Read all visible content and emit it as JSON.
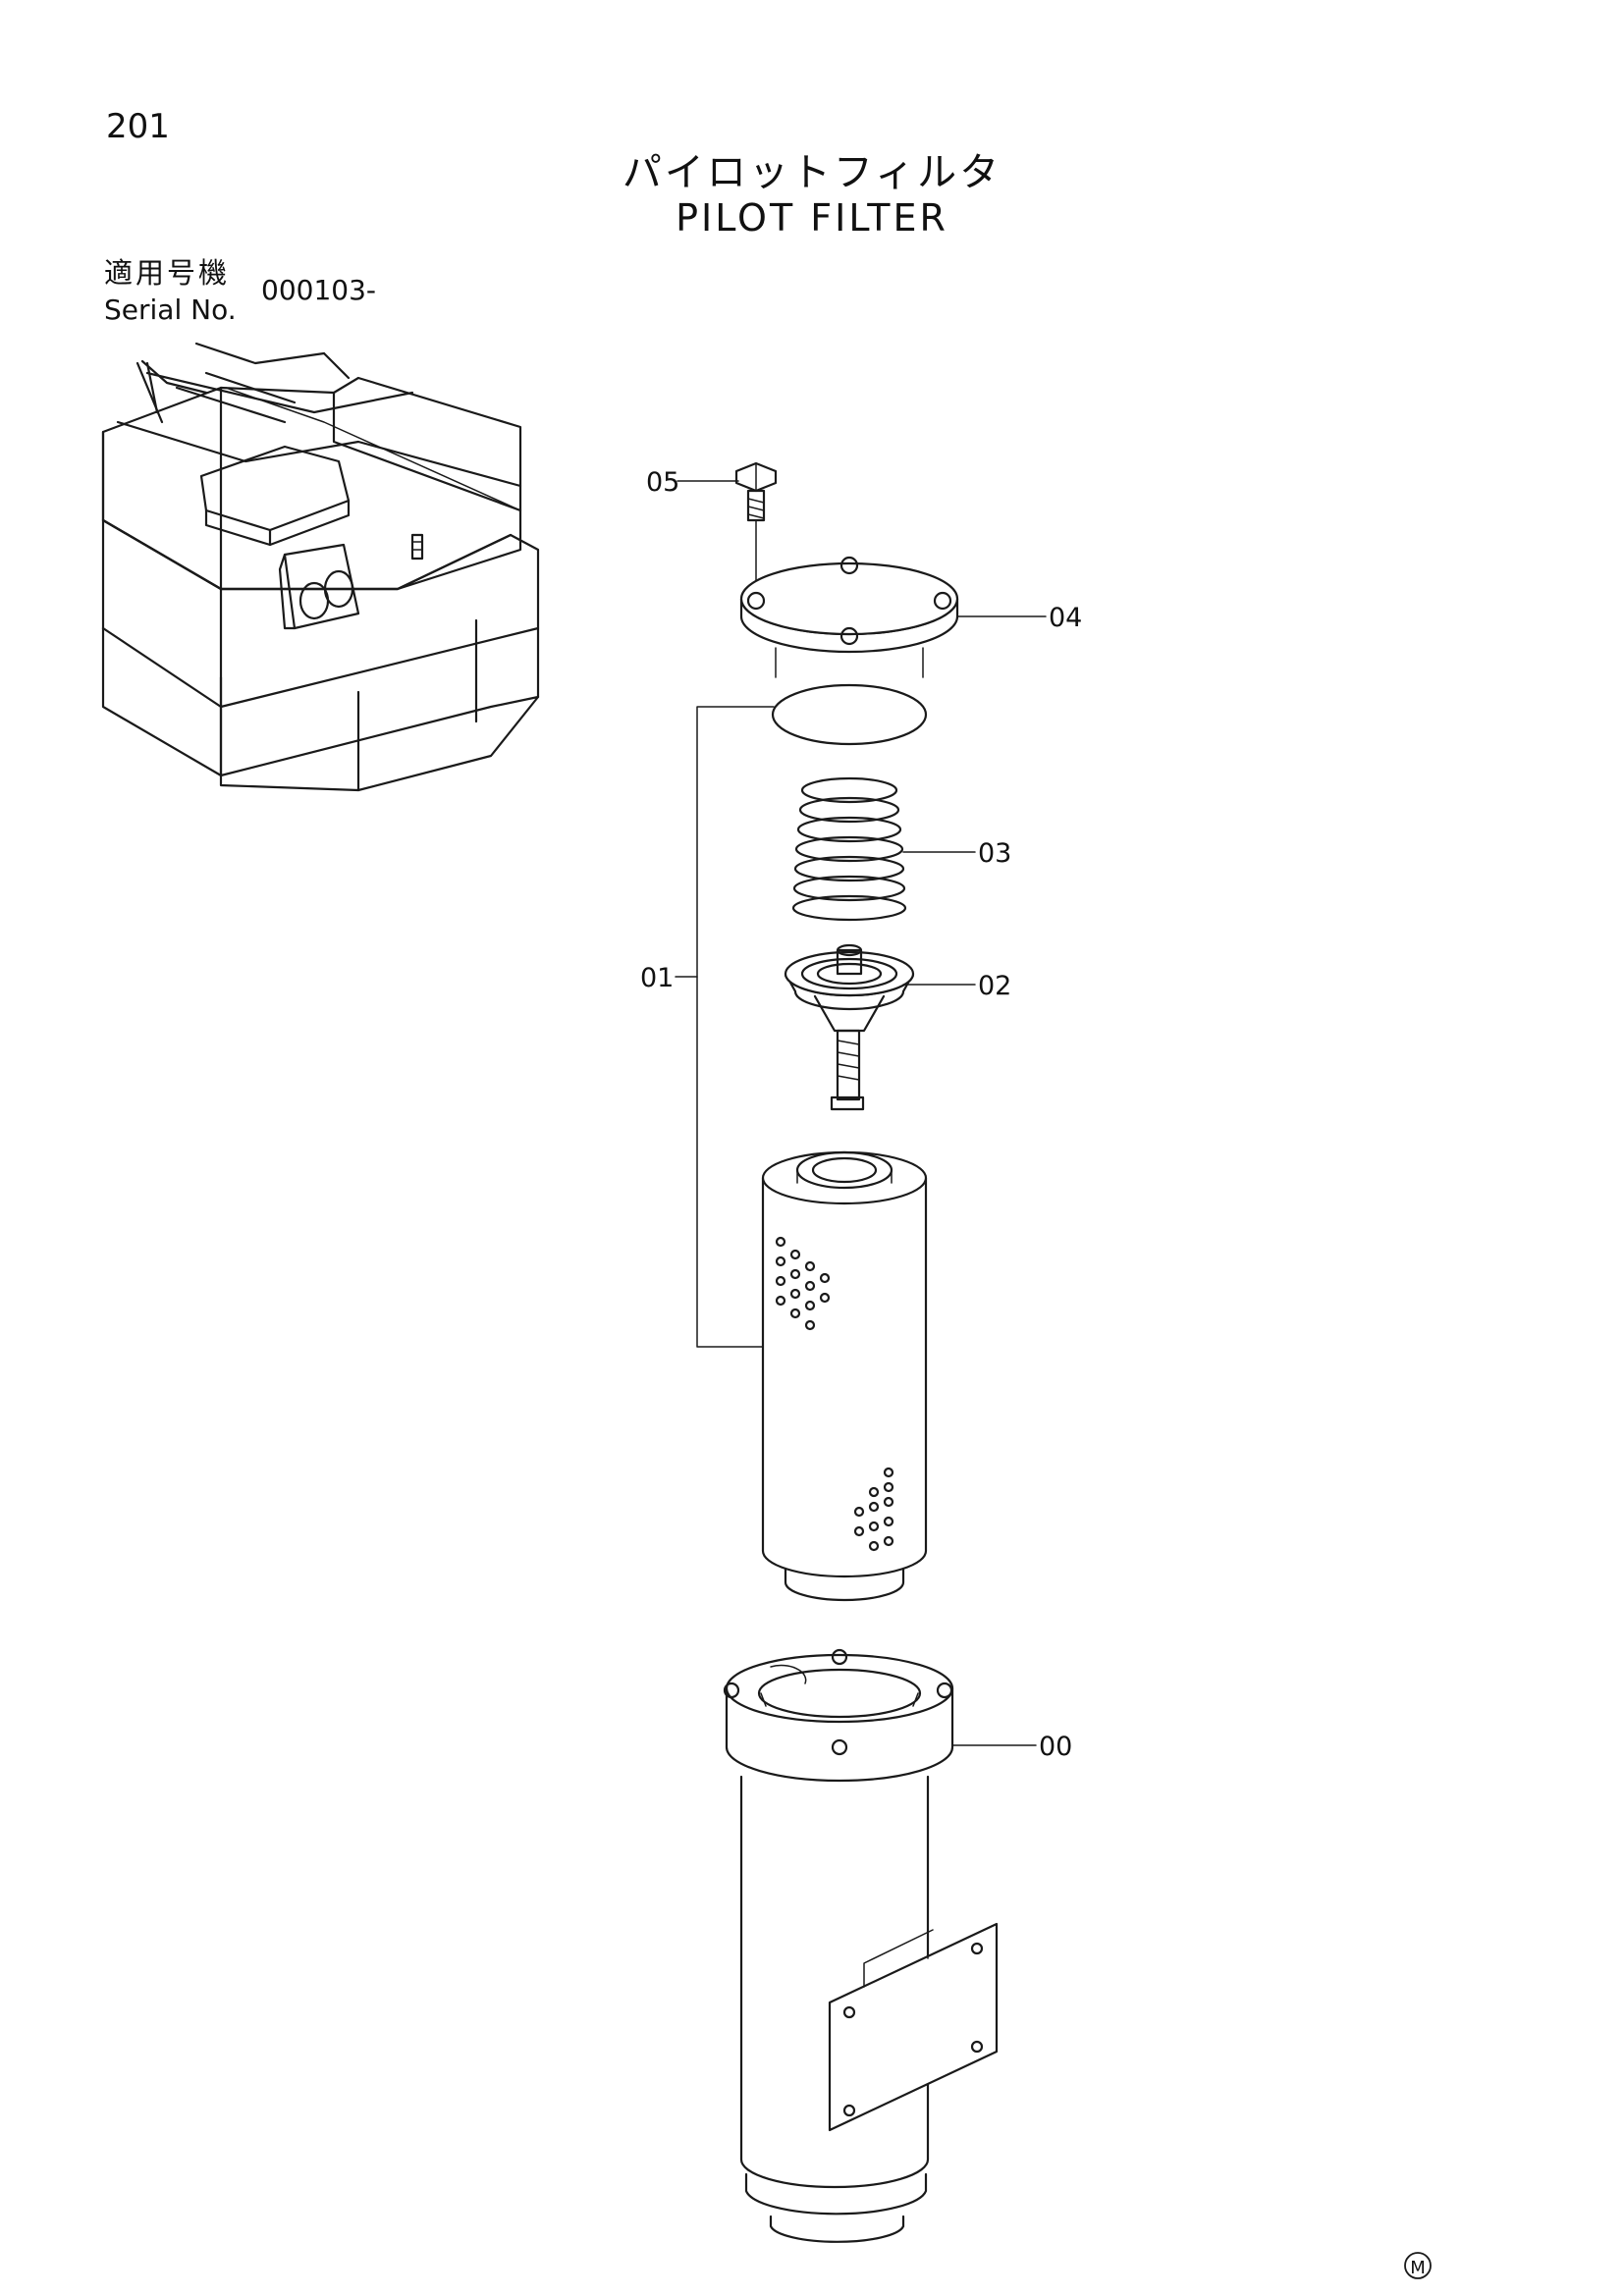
{
  "page_number": "201",
  "title_jp": "パイロットフィルタ",
  "title_en": "PILOT FILTER",
  "serial": {
    "label_jp": "適用号機",
    "label_en": "Serial No.",
    "value": "000103-"
  },
  "parts": [
    {
      "id": "05"
    },
    {
      "id": "04"
    },
    {
      "id": "03"
    },
    {
      "id": "01"
    },
    {
      "id": "02"
    },
    {
      "id": "00"
    }
  ],
  "mark": "M"
}
